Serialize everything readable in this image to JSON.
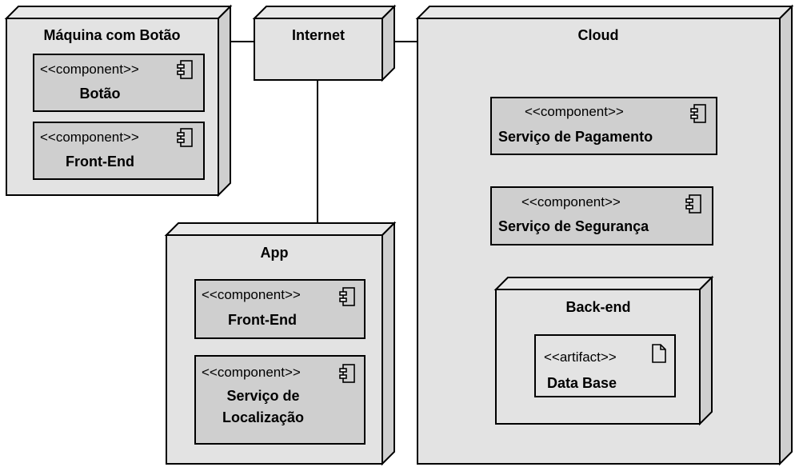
{
  "nodes": {
    "maquina": {
      "title": "Máquina com Botão"
    },
    "internet": {
      "title": "Internet"
    },
    "cloud": {
      "title": "Cloud"
    },
    "app": {
      "title": "App"
    },
    "backend": {
      "title": "Back-end"
    }
  },
  "components": {
    "stereotype": "<<component>>",
    "botao": "Botão",
    "frontend_maquina": "Front-End",
    "pagamento": "Serviço de Pagamento",
    "seguranca": "Serviço de Segurança",
    "frontend_app": "Front-End",
    "localizacao_line1": "Serviço de",
    "localizacao_line2": "Localização"
  },
  "artifact": {
    "stereotype": "<<artifact>>",
    "name": "Data Base"
  },
  "icons": {
    "component": "component-icon",
    "artifact": "document-icon"
  }
}
